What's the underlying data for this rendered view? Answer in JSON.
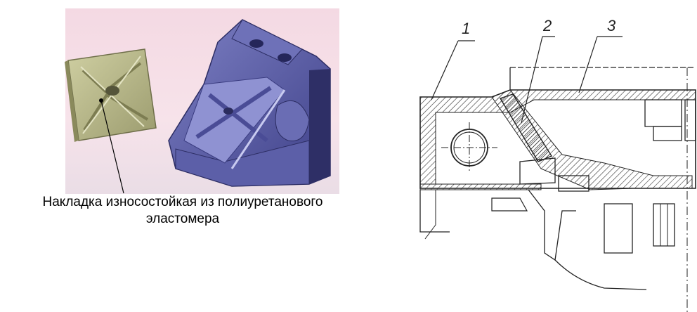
{
  "caption": {
    "line1": "Накладка износостойкая из полиуретанового",
    "line2": "эластомера"
  },
  "callouts": [
    "1",
    "2",
    "3"
  ],
  "colors": {
    "pad": "#b9b98a",
    "housing": "#5b5ea6",
    "background": "#f5dce5",
    "drawing_ink": "#222222"
  }
}
